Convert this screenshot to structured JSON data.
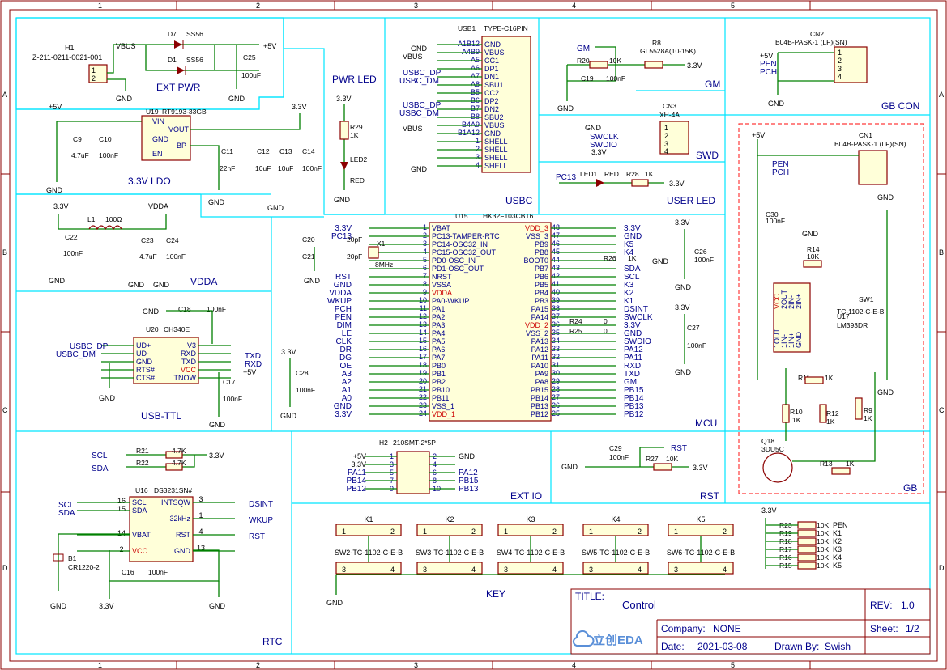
{
  "grid": {
    "cols": [
      "1",
      "2",
      "3",
      "4",
      "5"
    ],
    "rows": [
      "A",
      "B",
      "C",
      "D"
    ]
  },
  "sections": {
    "ext_pwr": "EXT PWR",
    "pwr_led": "PWR LED",
    "usbc": "USBC",
    "gm": "GM",
    "gb_con": "GB CON",
    "ldo": "3.3V LDO",
    "swd": "SWD",
    "user_led": "USER LED",
    "vdda": "VDDA",
    "usb_ttl": "USB-TTL",
    "mcu": "MCU",
    "ext_io": "EXT IO",
    "rst": "RST",
    "rtc": "RTC",
    "key": "KEY",
    "gb": "GB"
  },
  "nets": {
    "vbus": "VBUS",
    "p5v": "+5V",
    "p33": "3.3V",
    "gnd": "GND",
    "vdda": "VDDA",
    "vcc": "VCC",
    "usbc_dp": "USBC_DP",
    "usbc_dm": "USBC_DM",
    "gm": "GM",
    "pen": "PEN",
    "pch": "PCH",
    "swclk": "SWCLK",
    "swdio": "SWDIO",
    "scl": "SCL",
    "sda": "SDA",
    "txd": "TXD",
    "rxd": "RXD",
    "rst": "RST",
    "dsint": "DSINT",
    "wkup": "WKUP",
    "pc13": "PC13"
  },
  "parts": {
    "h1": {
      "ref": "H1",
      "value": "Z-211-0211-0021-001"
    },
    "d7": {
      "ref": "D7",
      "value": "SS56"
    },
    "d1": {
      "ref": "D1",
      "value": "SS56"
    },
    "c25": {
      "ref": "C25",
      "value": "100uF"
    },
    "r29": {
      "ref": "R29",
      "value": "1K"
    },
    "led2": {
      "ref": "LED2",
      "value": "RED"
    },
    "usb1": {
      "ref": "USB1",
      "value": "TYPE-C16PIN"
    },
    "r8": {
      "ref": "R8",
      "value": "GL5528A(10-15K)"
    },
    "r20": {
      "ref": "R20",
      "value": "10K"
    },
    "c19": {
      "ref": "C19",
      "value": "100nF"
    },
    "cn2": {
      "ref": "CN2",
      "value": "B04B-PASK-1 (LF)(SN)"
    },
    "u19": {
      "ref": "U19",
      "value": "RT9193-33GB"
    },
    "c9": {
      "ref": "C9",
      "value": "4.7uF"
    },
    "c10": {
      "ref": "C10",
      "value": "100nF"
    },
    "c11": {
      "ref": "C11",
      "value": "22nF"
    },
    "c12": {
      "ref": "C12",
      "value": "10uF"
    },
    "c13": {
      "ref": "C13",
      "value": "10uF"
    },
    "c14": {
      "ref": "C14",
      "value": "100nF"
    },
    "cn3": {
      "ref": "CN3",
      "value": "XH-4A"
    },
    "led1": {
      "ref": "LED1",
      "value": "RED"
    },
    "r28": {
      "ref": "R28",
      "value": "1K"
    },
    "cn1": {
      "ref": "CN1",
      "value": "B04B-PASK-1 (LF)(SN)"
    },
    "l1": {
      "ref": "L1",
      "value": "100Ω"
    },
    "c22": {
      "ref": "C22",
      "value": "100nF"
    },
    "c23": {
      "ref": "C23",
      "value": "4.7uF"
    },
    "c24": {
      "ref": "C24",
      "value": "100nF"
    },
    "u15": {
      "ref": "U15",
      "value": "HK32F103CBT6"
    },
    "x1": {
      "ref": "X1",
      "value": "8MHz"
    },
    "c20": {
      "ref": "C20",
      "value": "20pF"
    },
    "c21": {
      "ref": "C21",
      "value": "20pF"
    },
    "c26": {
      "ref": "C26",
      "value": "100nF"
    },
    "c27": {
      "ref": "C27",
      "value": "100nF"
    },
    "c28": {
      "ref": "C28",
      "value": "100nF"
    },
    "r26": {
      "ref": "R26",
      "value": "1K"
    },
    "r24": {
      "ref": "R24",
      "value": "0"
    },
    "r25": {
      "ref": "R25",
      "value": "0"
    },
    "c30": {
      "ref": "C30",
      "value": "100nF"
    },
    "r14": {
      "ref": "R14",
      "value": "10K"
    },
    "sw1": {
      "ref": "SW1",
      "value": "TC-1102-C-E-B"
    },
    "u17": {
      "ref": "U17",
      "value": "LM393DR"
    },
    "r11": {
      "ref": "R11",
      "value": "1K"
    },
    "r10": {
      "ref": "R10",
      "value": "1K"
    },
    "r12": {
      "ref": "R12",
      "value": "1K"
    },
    "r9": {
      "ref": "R9",
      "value": "1K"
    },
    "q18": {
      "ref": "Q18",
      "value": "3DU5C"
    },
    "r13": {
      "ref": "R13",
      "value": "1K"
    },
    "c18": {
      "ref": "C18",
      "value": "100nF"
    },
    "u20": {
      "ref": "U20",
      "value": "CH340E"
    },
    "c17": {
      "ref": "C17",
      "value": "100nF"
    },
    "r21": {
      "ref": "R21",
      "value": "4.7K"
    },
    "r22": {
      "ref": "R22",
      "value": "4.7K"
    },
    "u16": {
      "ref": "U16",
      "value": "DS3231SN#"
    },
    "b1": {
      "ref": "B1",
      "value": "CR1220-2"
    },
    "c16": {
      "ref": "C16",
      "value": "100nF"
    },
    "h2": {
      "ref": "H2",
      "value": "210SMT-2*5P"
    },
    "c29": {
      "ref": "C29",
      "value": "100nF"
    },
    "r27": {
      "ref": "R27",
      "value": "10K"
    }
  },
  "usb1_pins": {
    "numbers": [
      "A1B12",
      "A4B9",
      "A5",
      "A6",
      "A7",
      "A8",
      "B5",
      "B6",
      "B7",
      "B8",
      "B4A9",
      "B1A12",
      "1",
      "2",
      "3",
      "4"
    ],
    "names": [
      "GND",
      "VBUS",
      "CC1",
      "DP1",
      "DN1",
      "SBU1",
      "CC2",
      "DP2",
      "DN2",
      "SBU2",
      "VBUS",
      "GND",
      "SHELL",
      "SHELL",
      "SHELL",
      "SHELL"
    ]
  },
  "u15_left": {
    "numbers": [
      "1",
      "2",
      "3",
      "4",
      "5",
      "6",
      "7",
      "8",
      "9",
      "10",
      "11",
      "12",
      "13",
      "14",
      "15",
      "16",
      "17",
      "18",
      "19",
      "20",
      "21",
      "22",
      "23",
      "24"
    ],
    "names": [
      "VBAT",
      "PC13-TAMPER-RTC",
      "PC14-OSC32_IN",
      "PC15-OSC32_OUT",
      "PD0-OSC_IN",
      "PD1-OSC_OUT",
      "NRST",
      "VSSA",
      "VDDA",
      "PA0-WKUP",
      "PA1",
      "PA2",
      "PA3",
      "PA4",
      "PA5",
      "PA6",
      "PA7",
      "PB0",
      "PB1",
      "PB2",
      "PB10",
      "PB11",
      "VSS_1",
      "VDD_1"
    ],
    "nets": [
      "3.3V",
      "PC13",
      "",
      "",
      "",
      "",
      "RST",
      "GND",
      "VDDA",
      "WKUP",
      "PCH",
      "PEN",
      "DIM",
      "LE",
      "CLK",
      "DR",
      "DG",
      "OE",
      "A3",
      "A2",
      "A1",
      "A0",
      "GND",
      "3.3V"
    ]
  },
  "u15_right": {
    "numbers": [
      "48",
      "47",
      "46",
      "45",
      "44",
      "43",
      "42",
      "41",
      "40",
      "39",
      "38",
      "37",
      "36",
      "35",
      "34",
      "33",
      "32",
      "31",
      "30",
      "29",
      "28",
      "27",
      "26",
      "25"
    ],
    "names": [
      "VDD_3",
      "VSS_3",
      "PB9",
      "PB8",
      "BOOT0",
      "PB7",
      "PB6",
      "PB5",
      "PB4",
      "PB3",
      "PA15",
      "PA14",
      "VDD_2",
      "VSS_2",
      "PA13",
      "PA12",
      "PA11",
      "PA10",
      "PA9",
      "PA8",
      "PB15",
      "PB14",
      "PB13",
      "PB12"
    ],
    "nets": [
      "3.3V",
      "GND",
      "K5",
      "K4",
      "",
      "SDA",
      "SCL",
      "K3",
      "K2",
      "K1",
      "DSINT",
      "SWCLK",
      "3.3V",
      "GND",
      "SWDIO",
      "PA12",
      "PA11",
      "RXD",
      "TXD",
      "GM",
      "PB15",
      "PB14",
      "PB13",
      "PB12"
    ]
  },
  "u17_pins": [
    "VCC",
    "2OUT",
    "2IN-",
    "2IN+",
    "1OUT",
    "1IN-",
    "1IN+",
    "GND"
  ],
  "u20_pins": {
    "left": [
      "UD+",
      "UD-",
      "GND",
      "RTS#",
      "CTS#"
    ],
    "right": [
      "V3",
      "RXD",
      "TXD",
      "VCC",
      "TNOW"
    ]
  },
  "u16_pins": {
    "left": [
      "SCL",
      "SDA",
      "VBAT",
      "VCC"
    ],
    "right": [
      "INTSQW",
      "32kHz",
      "RST",
      "GND"
    ],
    "lnum": [
      "16",
      "15",
      "14",
      "2"
    ],
    "rnum": [
      "3",
      "1",
      "4",
      "13"
    ]
  },
  "h2_pins": {
    "left_nets": [
      "+5V",
      "3.3V",
      "PA11",
      "PB14",
      "PB12"
    ],
    "right_nets": [
      "GND",
      "",
      "PA12",
      "PB15",
      "PB13"
    ]
  },
  "keys": [
    {
      "k": "K1",
      "sw": "SW2-TC-1102-C-E-B"
    },
    {
      "k": "K2",
      "sw": "SW3-TC-1102-C-E-B"
    },
    {
      "k": "K3",
      "sw": "SW4-TC-1102-C-E-B"
    },
    {
      "k": "K4",
      "sw": "SW5-TC-1102-C-E-B"
    },
    {
      "k": "K5",
      "sw": "SW6-TC-1102-C-E-B"
    }
  ],
  "pullups": [
    {
      "ref": "R23",
      "value": "10K",
      "net": "PEN"
    },
    {
      "ref": "R19",
      "value": "10K",
      "net": "K1"
    },
    {
      "ref": "R18",
      "value": "10K",
      "net": "K2"
    },
    {
      "ref": "R17",
      "value": "10K",
      "net": "K3"
    },
    {
      "ref": "R16",
      "value": "10K",
      "net": "K4"
    },
    {
      "ref": "R15",
      "value": "10K",
      "net": "K5"
    }
  ],
  "title_block": {
    "title_label": "TITLE:",
    "title": "Control",
    "rev_label": "REV:",
    "rev": "1.0",
    "company_label": "Company:",
    "company": "NONE",
    "sheet_label": "Sheet:",
    "sheet": "1/2",
    "date_label": "Date:",
    "date": "2021-03-08",
    "drawn_label": "Drawn By:",
    "drawn": "Swish",
    "logo": "立创EDA"
  }
}
